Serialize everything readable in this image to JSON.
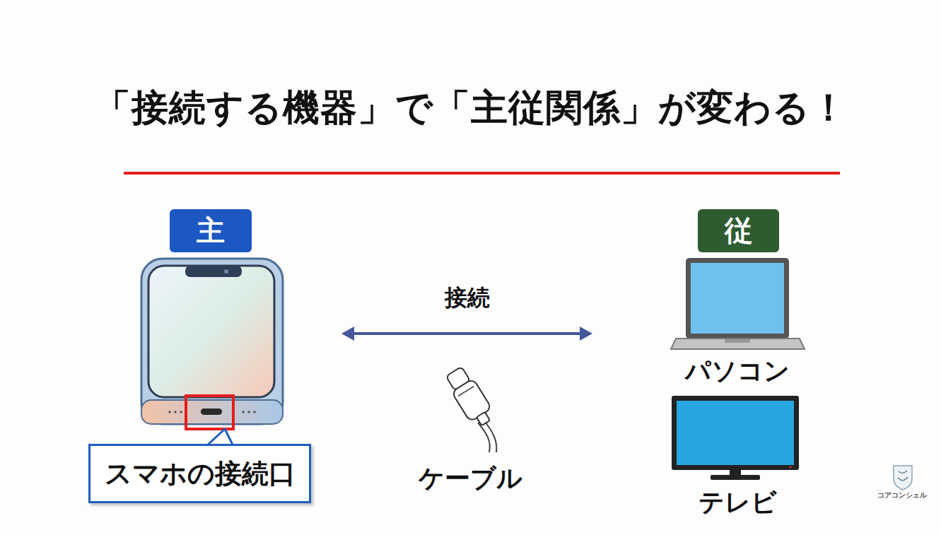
{
  "diagram": {
    "title": "「接続する機器」で「主従関係」が変わる！",
    "nodes": [
      {
        "text": [
          "主"
        ]
      },
      {
        "text": [
          "従",
          "パソコン",
          "テレビ"
        ]
      },
      {
        "text": [
          "スマホの接続口"
        ]
      }
    ],
    "edges": [
      {
        "from": 0,
        "to": 1,
        "arrow": "both",
        "label": "接続"
      }
    ],
    "labels": [
      "ケーブル",
      "コアコンシェル"
    ]
  }
}
